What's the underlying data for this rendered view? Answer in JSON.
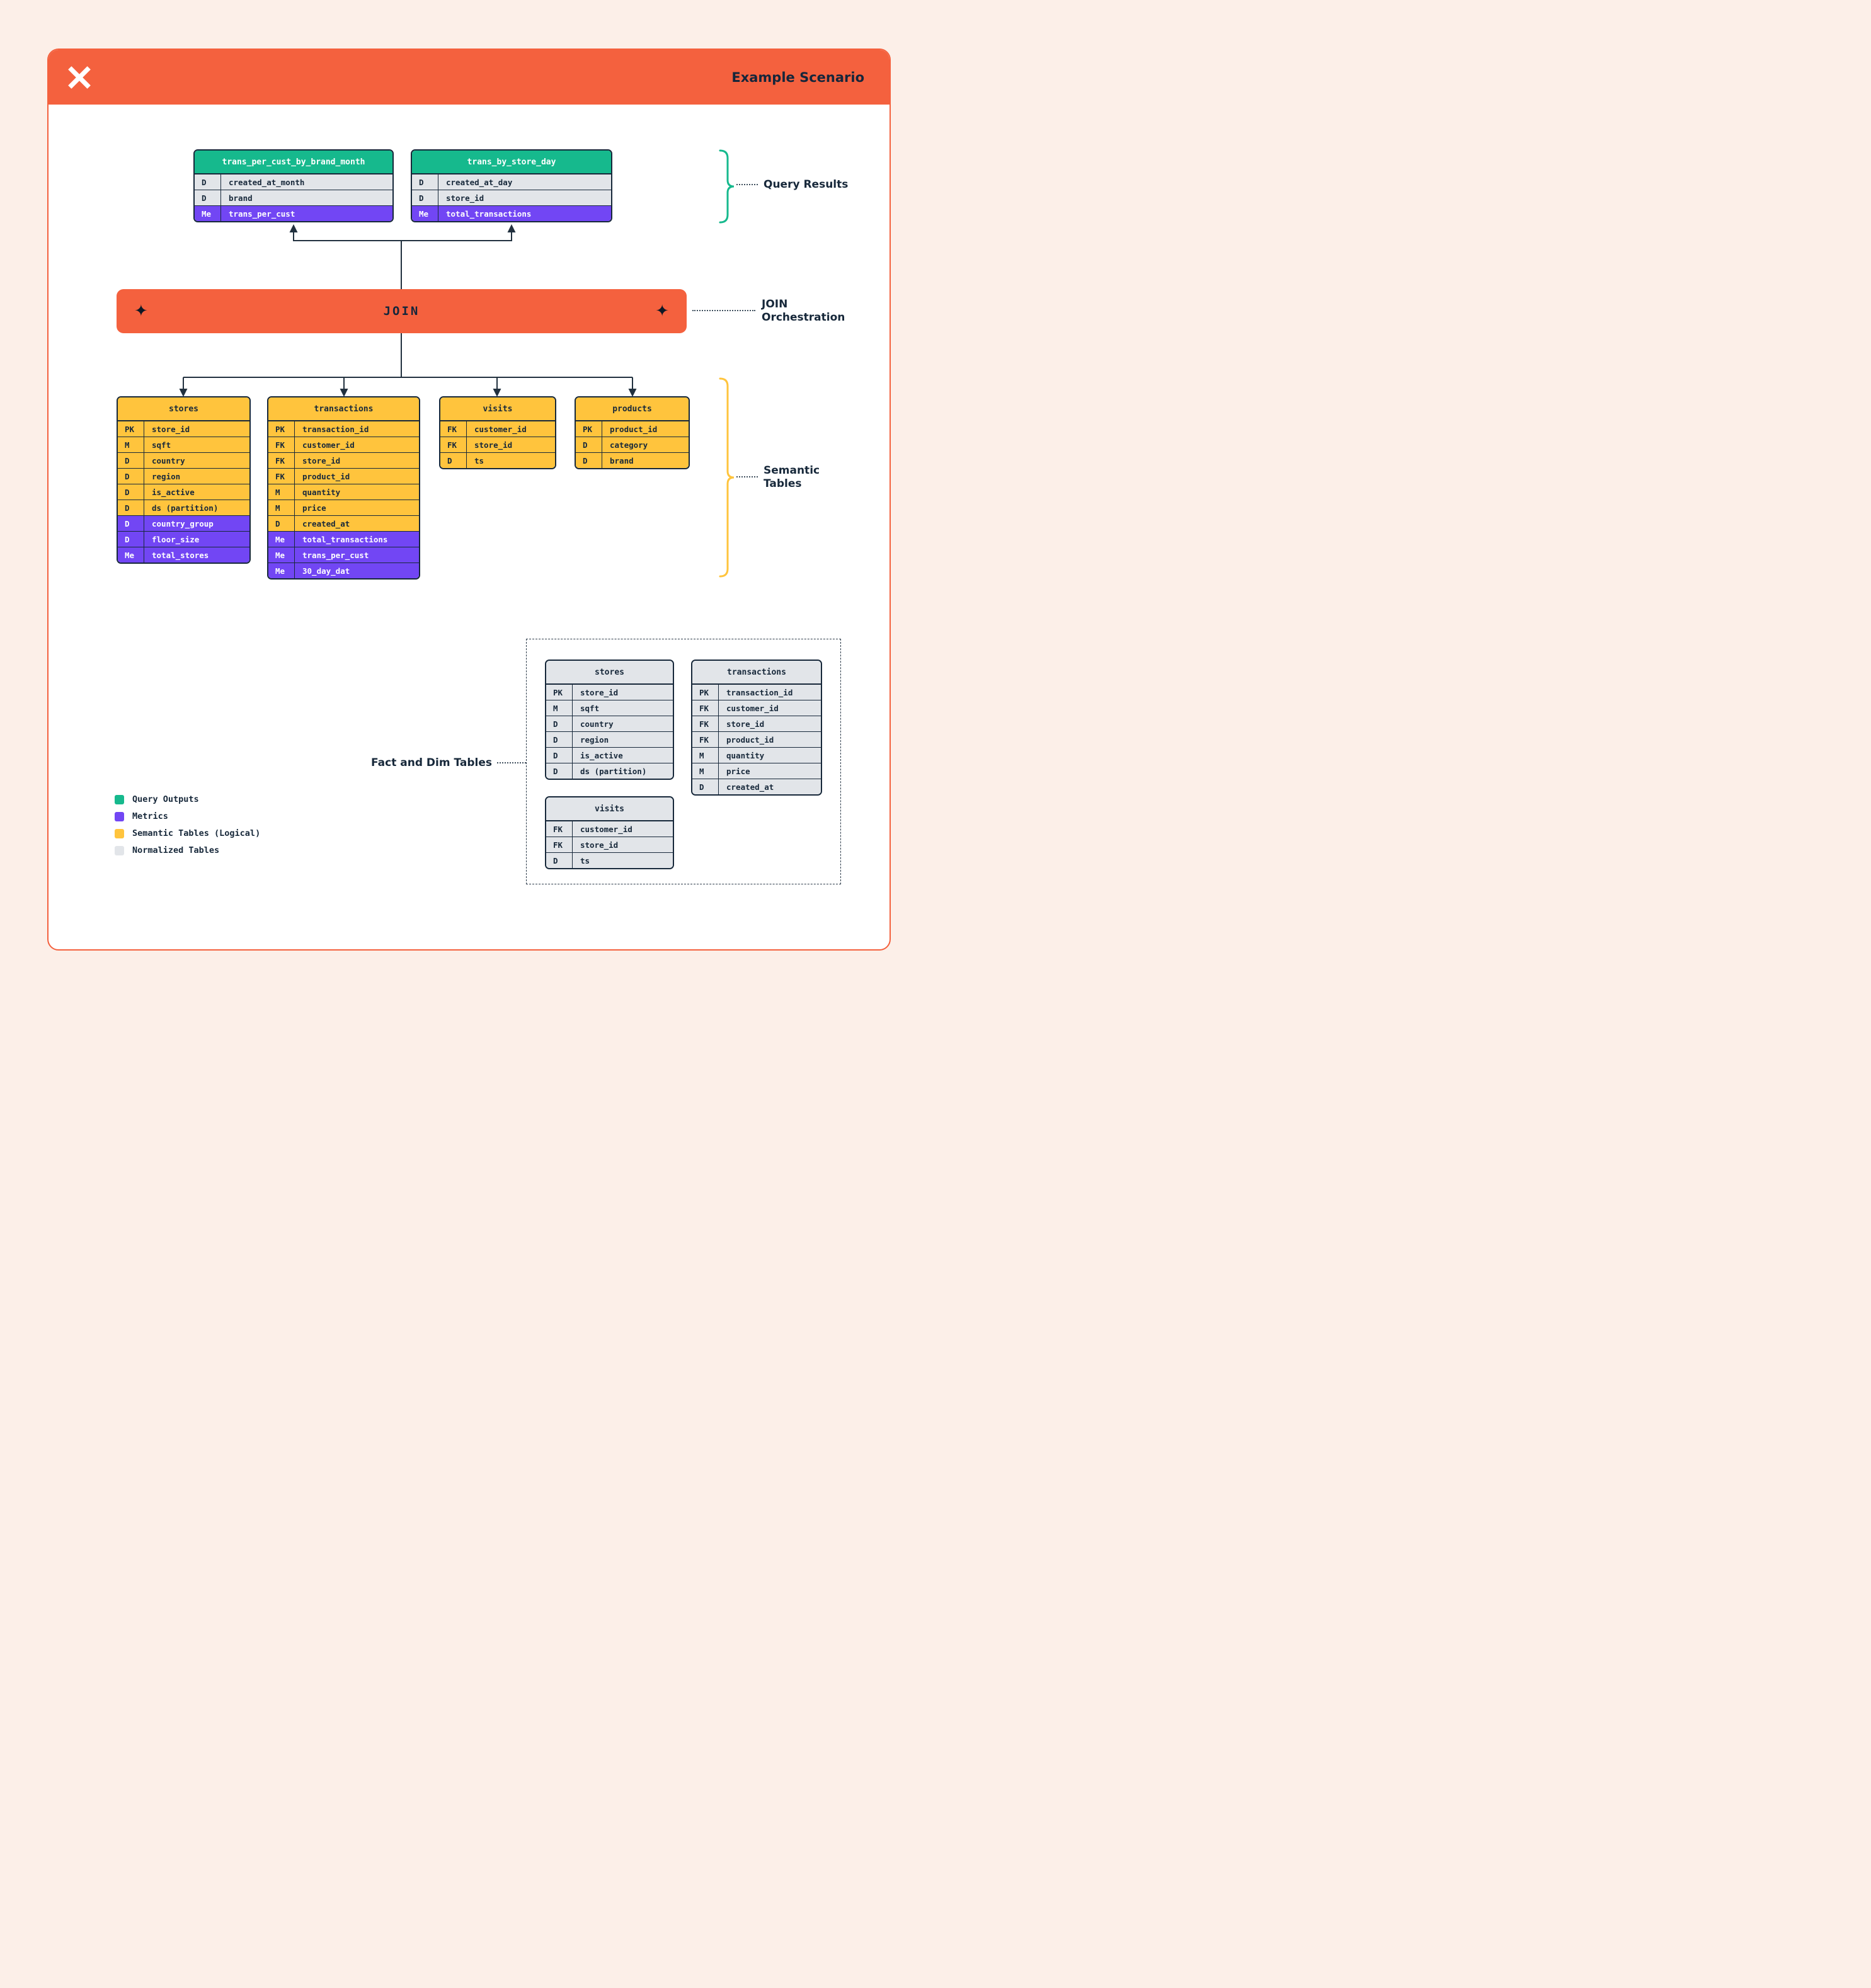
{
  "header": {
    "title": "Example Scenario",
    "accent_color": "#F4613E",
    "logo_icon": "x-pinwheel-logo"
  },
  "join": {
    "label": "JOIN",
    "diamond_icon": "✦"
  },
  "annotations": {
    "query_results": "Query Results",
    "join_orchestration": [
      "JOIN",
      "Orchestration"
    ],
    "semantic_tables": [
      "Semantic",
      "Tables"
    ],
    "fact_and_dim": "Fact and Dim Tables"
  },
  "legend": [
    {
      "color": "#16B98D",
      "label": "Query Outputs"
    },
    {
      "color": "#7246F4",
      "label": "Metrics"
    },
    {
      "color": "#FFC43D",
      "label": "Semantic Tables (Logical)"
    },
    {
      "color": "#E2E5E9",
      "label": "Normalized Tables"
    }
  ],
  "tables": {
    "query_results": [
      {
        "title": "trans_per_cust_by_brand_month",
        "theme": "green",
        "rows": [
          {
            "k": "D",
            "n": "created_at_month"
          },
          {
            "k": "D",
            "n": "brand"
          }
        ],
        "metrics": [
          {
            "k": "Me",
            "n": "trans_per_cust"
          }
        ]
      },
      {
        "title": "trans_by_store_day",
        "theme": "green",
        "rows": [
          {
            "k": "D",
            "n": "created_at_day"
          },
          {
            "k": "D",
            "n": "store_id"
          }
        ],
        "metrics": [
          {
            "k": "Me",
            "n": "total_transactions"
          }
        ]
      }
    ],
    "semantic": [
      {
        "title": "stores",
        "theme": "yellow",
        "rows": [
          {
            "k": "PK",
            "n": "store_id"
          },
          {
            "k": "M",
            "n": "sqft"
          },
          {
            "k": "D",
            "n": "country"
          },
          {
            "k": "D",
            "n": "region"
          },
          {
            "k": "D",
            "n": "is_active"
          },
          {
            "k": "D",
            "n": "ds (partition)"
          }
        ],
        "metrics": [
          {
            "k": "D",
            "n": "country_group"
          },
          {
            "k": "D",
            "n": "floor_size"
          },
          {
            "k": "Me",
            "n": "total_stores"
          }
        ]
      },
      {
        "title": "transactions",
        "theme": "yellow",
        "rows": [
          {
            "k": "PK",
            "n": "transaction_id"
          },
          {
            "k": "FK",
            "n": "customer_id"
          },
          {
            "k": "FK",
            "n": "store_id"
          },
          {
            "k": "FK",
            "n": "product_id"
          },
          {
            "k": "M",
            "n": "quantity"
          },
          {
            "k": "M",
            "n": "price"
          },
          {
            "k": "D",
            "n": "created_at"
          }
        ],
        "metrics": [
          {
            "k": "Me",
            "n": "total_transactions"
          },
          {
            "k": "Me",
            "n": "trans_per_cust"
          },
          {
            "k": "Me",
            "n": "30_day_dat"
          }
        ]
      },
      {
        "title": "visits",
        "theme": "yellow",
        "rows": [
          {
            "k": "FK",
            "n": "customer_id"
          },
          {
            "k": "FK",
            "n": "store_id"
          },
          {
            "k": "D",
            "n": "ts"
          }
        ],
        "metrics": []
      },
      {
        "title": "products",
        "theme": "yellow",
        "rows": [
          {
            "k": "PK",
            "n": "product_id"
          },
          {
            "k": "D",
            "n": "category"
          },
          {
            "k": "D",
            "n": "brand"
          }
        ],
        "metrics": []
      }
    ],
    "normalized": [
      {
        "title": "stores",
        "theme": "gray",
        "rows": [
          {
            "k": "PK",
            "n": "store_id"
          },
          {
            "k": "M",
            "n": "sqft"
          },
          {
            "k": "D",
            "n": "country"
          },
          {
            "k": "D",
            "n": "region"
          },
          {
            "k": "D",
            "n": "is_active"
          },
          {
            "k": "D",
            "n": "ds (partition)"
          }
        ],
        "metrics": []
      },
      {
        "title": "transactions",
        "theme": "gray",
        "rows": [
          {
            "k": "PK",
            "n": "transaction_id"
          },
          {
            "k": "FK",
            "n": "customer_id"
          },
          {
            "k": "FK",
            "n": "store_id"
          },
          {
            "k": "FK",
            "n": "product_id"
          },
          {
            "k": "M",
            "n": "quantity"
          },
          {
            "k": "M",
            "n": "price"
          },
          {
            "k": "D",
            "n": "created_at"
          }
        ],
        "metrics": []
      },
      {
        "title": "visits",
        "theme": "gray",
        "rows": [
          {
            "k": "FK",
            "n": "customer_id"
          },
          {
            "k": "FK",
            "n": "store_id"
          },
          {
            "k": "D",
            "n": "ts"
          }
        ],
        "metrics": []
      }
    ]
  }
}
